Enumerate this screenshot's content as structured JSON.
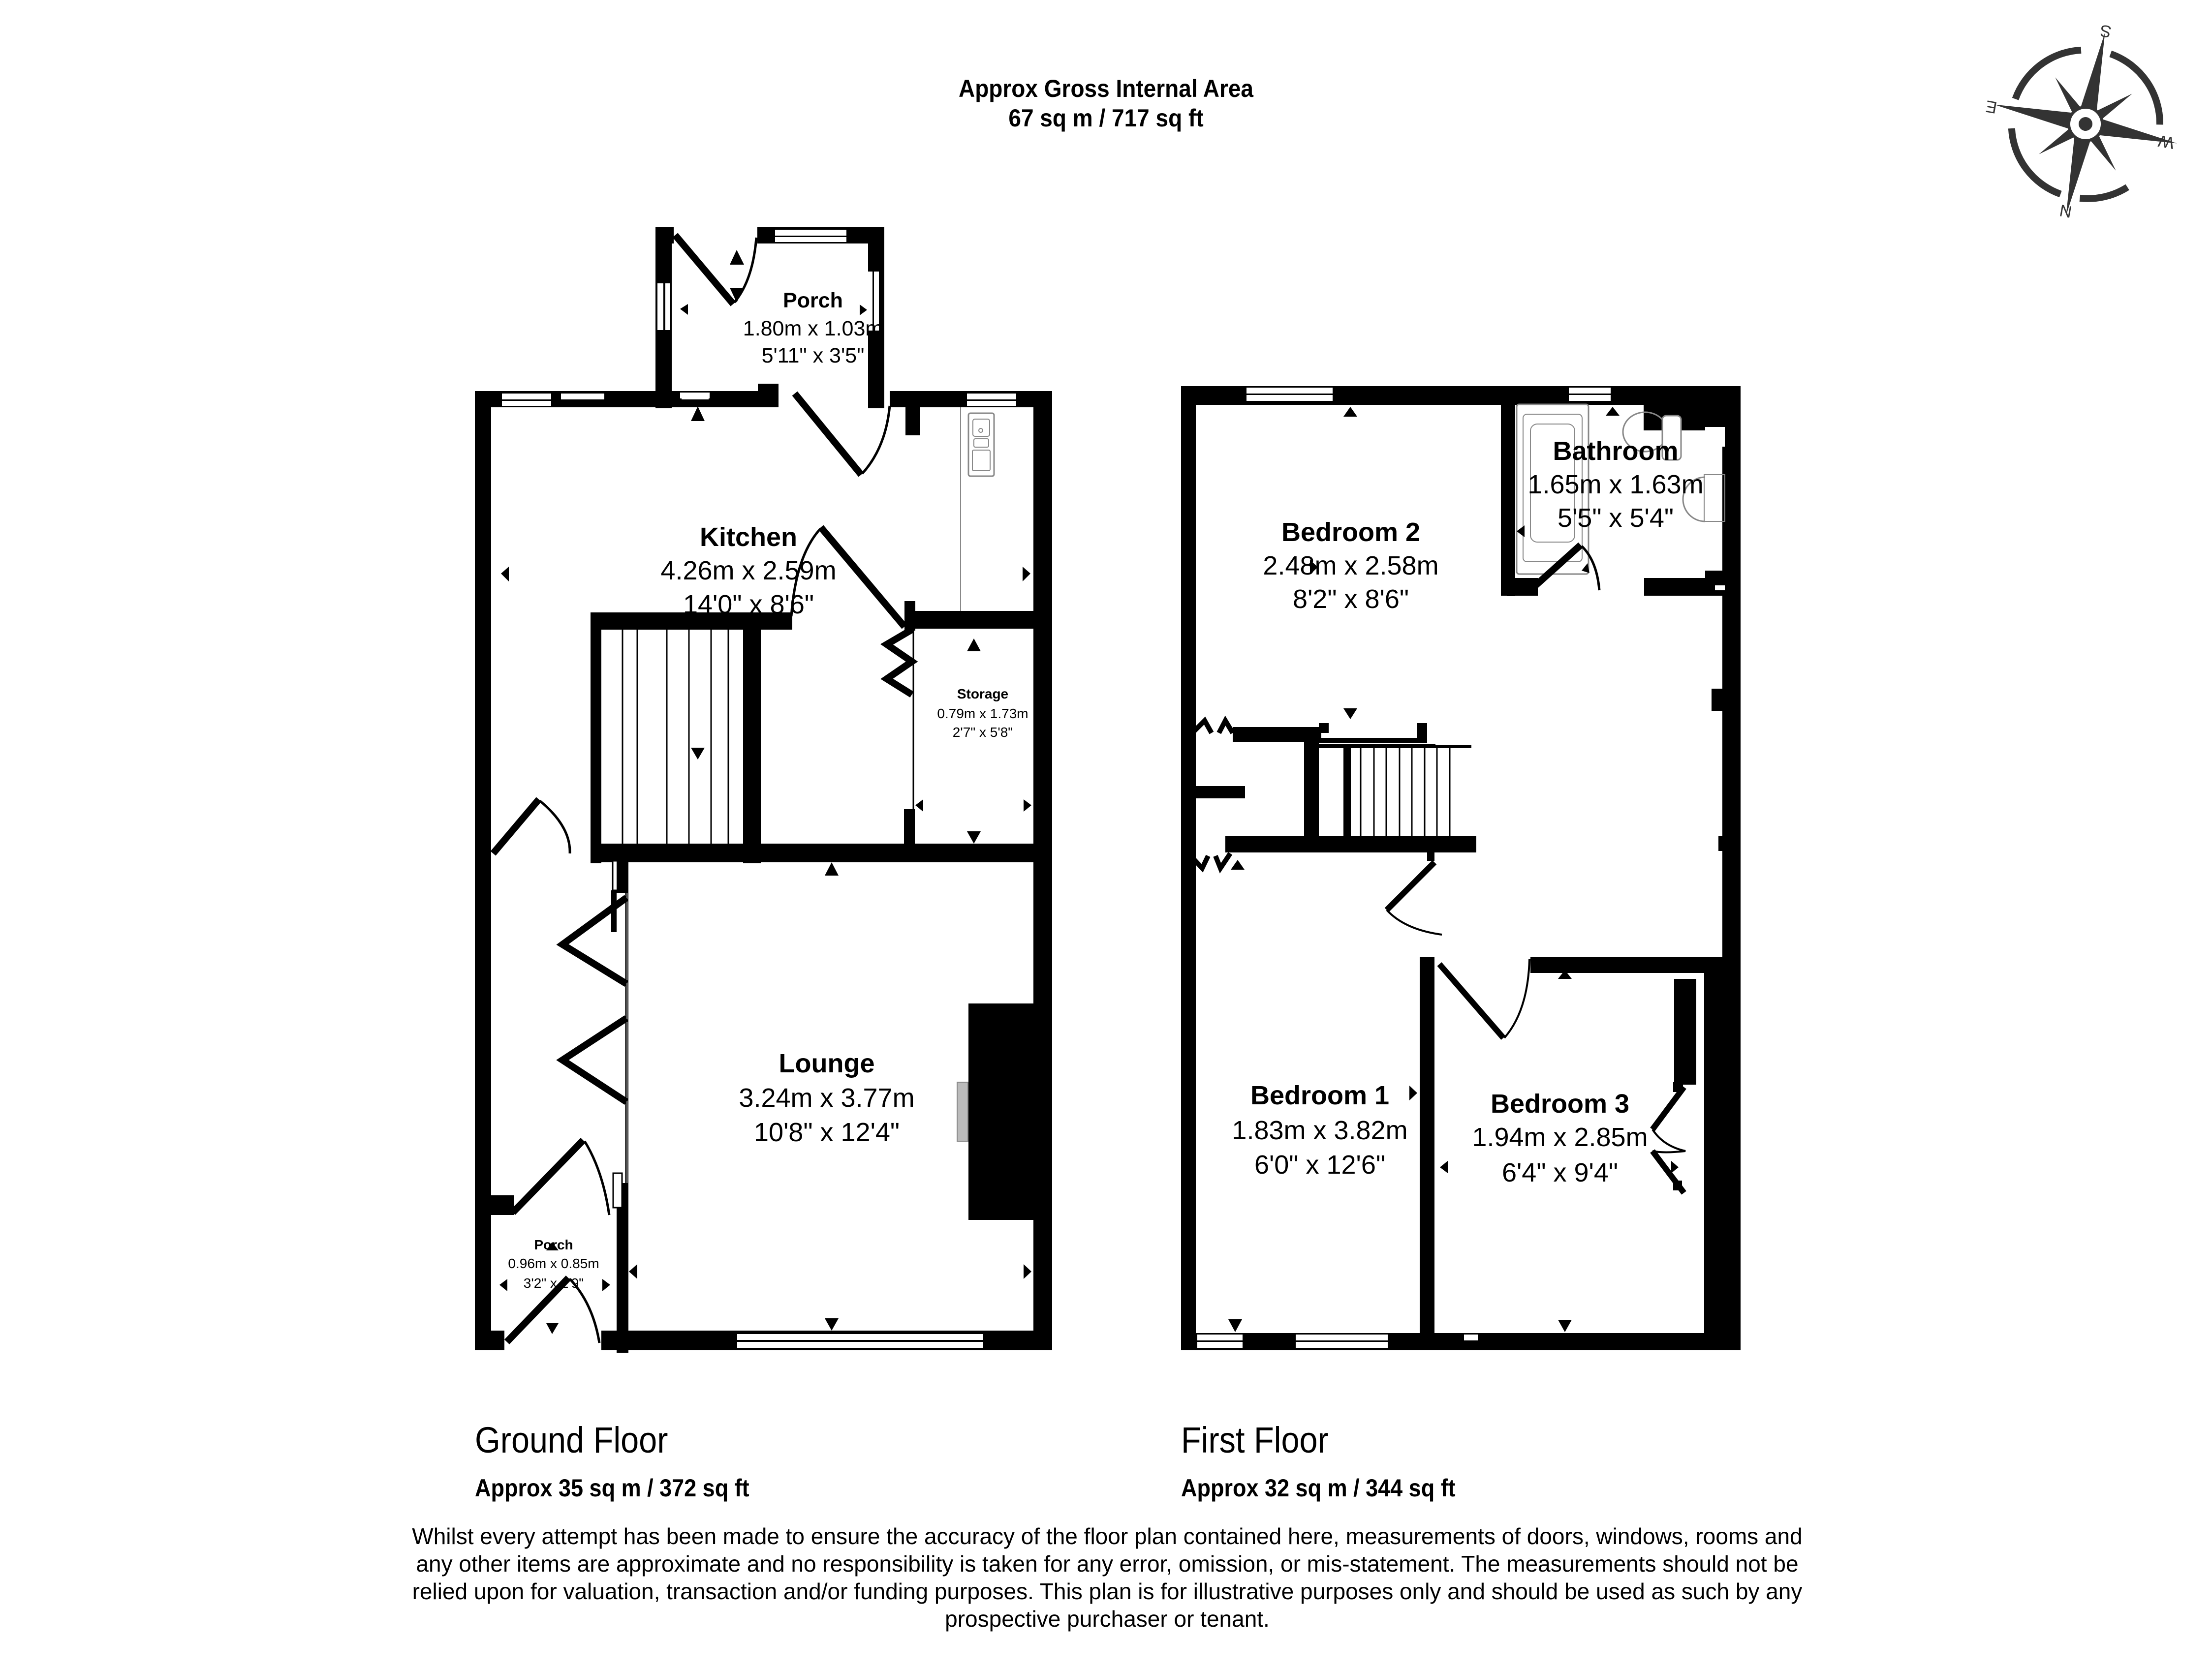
{
  "header": {
    "title": "Approx Gross Internal Area",
    "total_area": "67 sq m / 717 sq ft"
  },
  "compass": {
    "labels": {
      "s": "S",
      "e": "E",
      "w": "W",
      "n": "N"
    },
    "color": "#333333"
  },
  "ground_floor": {
    "title": "Ground Floor",
    "area": "Approx 35 sq m / 372 sq ft",
    "rooms": {
      "porch_rear": {
        "name": "Porch",
        "metric": "1.80m x 1.03m",
        "imperial": "5'11\" x 3'5\""
      },
      "kitchen": {
        "name": "Kitchen",
        "metric": "4.26m x 2.59m",
        "imperial": "14'0\" x 8'6\""
      },
      "storage": {
        "name": "Storage",
        "metric": "0.79m x 1.73m",
        "imperial": "2'7\" x 5'8\""
      },
      "lounge": {
        "name": "Lounge",
        "metric": "3.24m x 3.77m",
        "imperial": "10'8\" x 12'4\""
      },
      "porch_front": {
        "name": "Porch",
        "metric": "0.96m x 0.85m",
        "imperial": "3'2\" x 2'9\""
      }
    }
  },
  "first_floor": {
    "title": "First Floor",
    "area": "Approx 32 sq m / 344 sq ft",
    "rooms": {
      "bedroom2": {
        "name": "Bedroom 2",
        "metric": "2.48m x 2.58m",
        "imperial": "8'2\" x 8'6\""
      },
      "bathroom": {
        "name": "Bathroom",
        "metric": "1.65m x 1.63m",
        "imperial": "5'5\" x 5'4\""
      },
      "bedroom1": {
        "name": "Bedroom 1",
        "metric": "1.83m x 3.82m",
        "imperial": "6'0\" x 12'6\""
      },
      "bedroom3": {
        "name": "Bedroom 3",
        "metric": "1.94m x 2.85m",
        "imperial": "6'4\" x 9'4\""
      }
    }
  },
  "disclaimer": [
    "Whilst every attempt has been made to ensure the accuracy of the floor plan contained here, measurements of doors, windows, rooms and",
    "any other items are approximate and no responsibility is taken for any error, omission, or mis-statement. The measurements should not be",
    "relied upon for valuation, transaction and/or funding purposes. This plan is for illustrative purposes only and should be used as such by any",
    "prospective purchaser or tenant."
  ]
}
